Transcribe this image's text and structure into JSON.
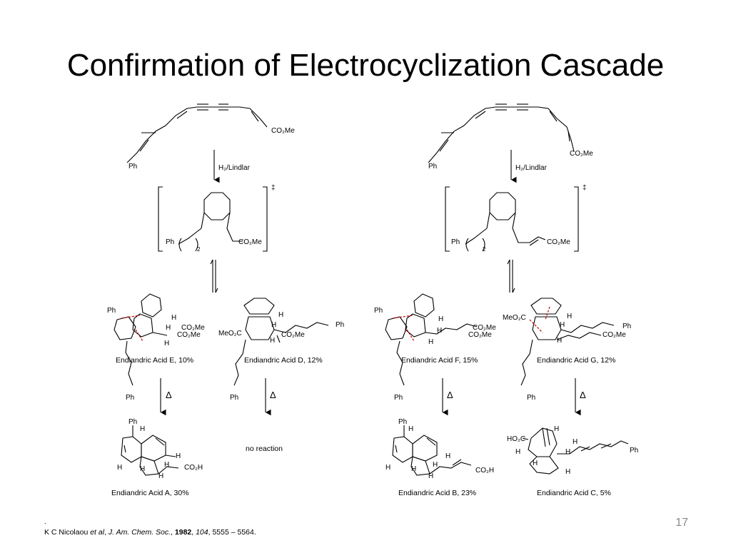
{
  "slide": {
    "title": "Confirmation of Electrocyclization Cascade",
    "page_number": "17",
    "dot": "."
  },
  "labels": {
    "co2me": "CO₂Me",
    "co2h": "CO₂H",
    "ho2c": "HO₂C",
    "meo2c": "MeO₂C",
    "ph": "Ph",
    "h": "H",
    "h2_lindlar": "H₂/Lindlar",
    "dagger": "‡",
    "subscript_2": "2",
    "delta": "Δ",
    "no_reaction": "no reaction"
  },
  "compounds": {
    "acid_e": "Endiandric Acid E, 10%",
    "acid_d": "Endiandric Acid D, 12%",
    "acid_f": "Endiandric Acid F, 15%",
    "acid_g": "Endiandric Acid G, 12%",
    "acid_a": "Endiandric Acid A, 30%",
    "acid_b": "Endiandric Acid B, 23%",
    "acid_c": "Endiandric Acid C, 5%"
  },
  "citation": {
    "authors": "K C Nicolaou ",
    "etal": "et al",
    "journal": "J. Am. Chem. Soc.",
    "year": "1982",
    "volume": "104",
    "pages": "5555 – 5564."
  }
}
